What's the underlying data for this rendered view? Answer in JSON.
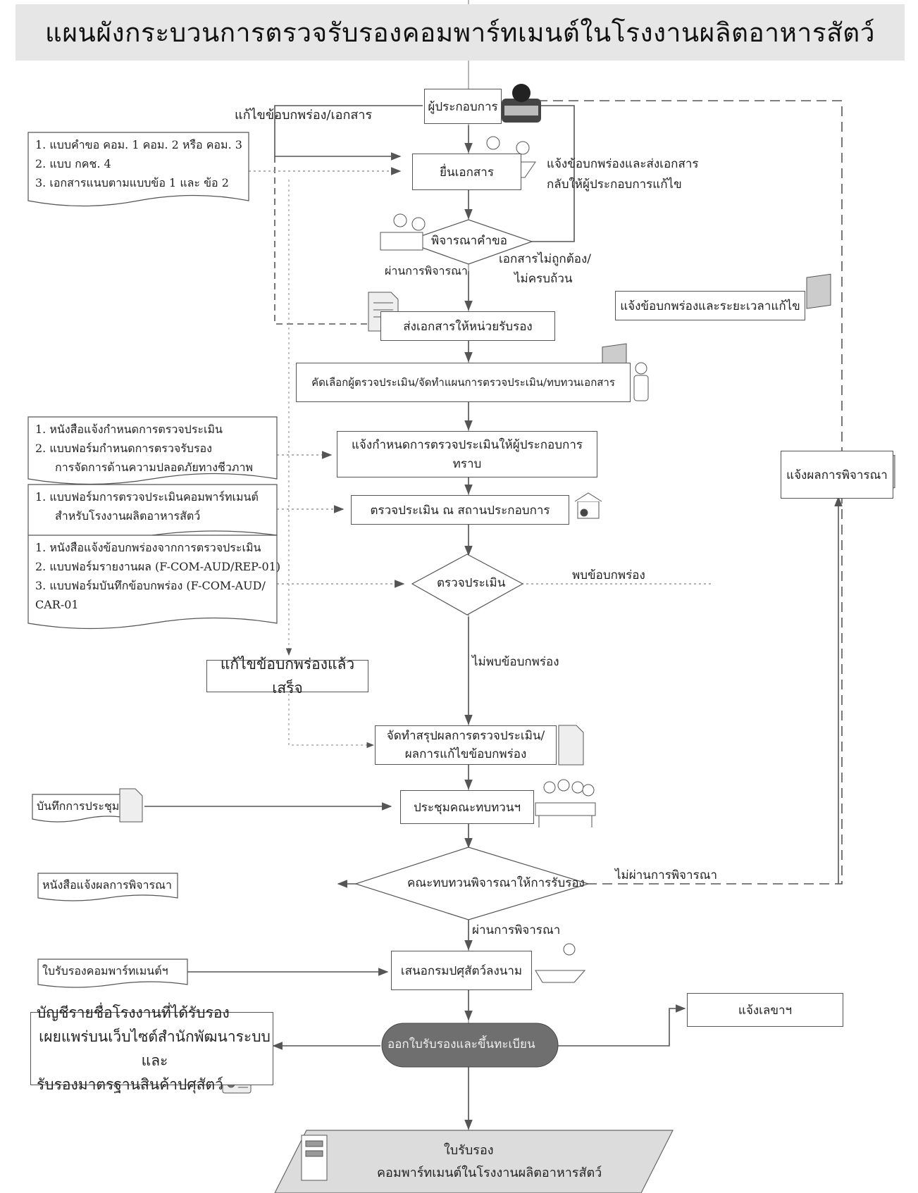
{
  "title": "แผนผังกระบวนการตรวจรับรองคอมพาร์ทเมนต์ในโรงงานผลิตอาหารสัตว์",
  "process": {
    "applicant": "ผู้ประกอบการ",
    "submit_docs": "ยื่นเอกสาร",
    "consider_request": "พิจารณาคำขอ",
    "send_docs": "ส่งเอกสารให้หน่วยรับรอง",
    "select_assessor": "คัดเลือกผู้ตรวจประเมิน/จัดทำแผนการตรวจประเมิน/ทบทวนเอกสาร",
    "notify_schedule": "แจ้งกำหนดการตรวจประเมินให้ผู้ประกอบการทราบ",
    "onsite_audit": "ตรวจประเมิน ณ สถานประกอบการ",
    "audit_decision": "ตรวจประเมิน",
    "fix_done": "แก้ไขข้อบกพร่องแล้วเสร็จ",
    "summary_line1": "จัดทำสรุปผลการตรวจประเมิน/",
    "summary_line2": "ผลการแก้ไขข้อบกพร่อง",
    "committee_meeting": "ประชุมคณะทบทวนฯ",
    "committee_decision": "คณะทบทวนพิจารณาให้การรับรอง",
    "director_sign": "เสนอกรมปศุสัตว์ลงนาม",
    "issue_certificate": "ออกใบรับรองและขึ้นทะเบียน",
    "notify_secretary": "แจ้งเลขาฯ",
    "certificate_line1": "ใบรับรอง",
    "certificate_line2": "คอมพาร์ทเมนต์ในโรงงานผลิตอาหารสัตว์",
    "notify_defect_deadline": "แจ้งข้อบกพร่องและระยะเวลาแก้ไข",
    "notify_result": "แจ้งผลการพิจารณา"
  },
  "labels": {
    "fix_docs": "แก้ไขข้อบกพร่อง/เอกสาร",
    "return_docs_line1": "แจ้งข้อบกพร่องและส่งเอกสาร",
    "return_docs_line2": "กลับให้ผู้ประกอบการแก้ไข",
    "passed": "ผ่านการพิจารณา",
    "docs_invalid_line1": "เอกสารไม่ถูกต้อง/",
    "docs_invalid_line2": "ไม่ครบถ้วน",
    "defect_found": "พบข้อบกพร่อง",
    "no_defect": "ไม่พบข้อบกพร่อง",
    "not_passed": "ไม่ผ่านการพิจารณา",
    "passed_2": "ผ่านการพิจารณา"
  },
  "documents": {
    "application_forms": [
      "1. แบบคำขอ คอม. 1 คอม. 2 หรือ คอม. 3",
      "2. แบบ กคช. 4",
      "3. เอกสารแนบตามแบบข้อ 1 และ ข้อ 2"
    ],
    "schedule_forms": [
      "1. หนังสือแจ้งกำหนดการตรวจประเมิน",
      "2. แบบฟอร์มกำหนดการตรวจรับรอง",
      "การจัดการด้านความปลอดภัยทางชีวภาพ"
    ],
    "audit_form": [
      "1. แบบฟอร์มการตรวจประเมินคอมพาร์ทเมนต์",
      "สำหรับโรงงานผลิตอาหารสัตว์"
    ],
    "defect_forms": [
      "1. หนังสือแจ้งข้อบกพร่องจากการตรวจประเมิน",
      "2. แบบฟอร์มรายงานผล (F-COM-AUD/REP-01)",
      "3. แบบฟอร์มบันทึกข้อบกพร่อง (F-COM-AUD/",
      "CAR-01"
    ],
    "minutes": "บันทึกการประชุม",
    "result_letter": "หนังสือแจ้งผลการพิจารณา",
    "certificate_doc": "ใบรับรองคอมพาร์ทเมนต์ฯ",
    "published_list": [
      "บัญชีรายชื่อโรงงานที่ได้รับรอง",
      "เผยแพร่บนเว็บไซต์สำนักพัฒนาระบบและ",
      "รับรองมาตรฐานสินค้าปศุสัตว์"
    ]
  },
  "icons": [
    "person-icon",
    "meeting-icon",
    "document-icon",
    "envelope-icon",
    "building-icon",
    "signing-icon",
    "certificate-card-icon",
    "server-icon"
  ],
  "colors": {
    "banner": "#e6e6e6",
    "terminal": "#6f6f6f",
    "line": "#555555",
    "output_shape": "#dcdcdc"
  }
}
